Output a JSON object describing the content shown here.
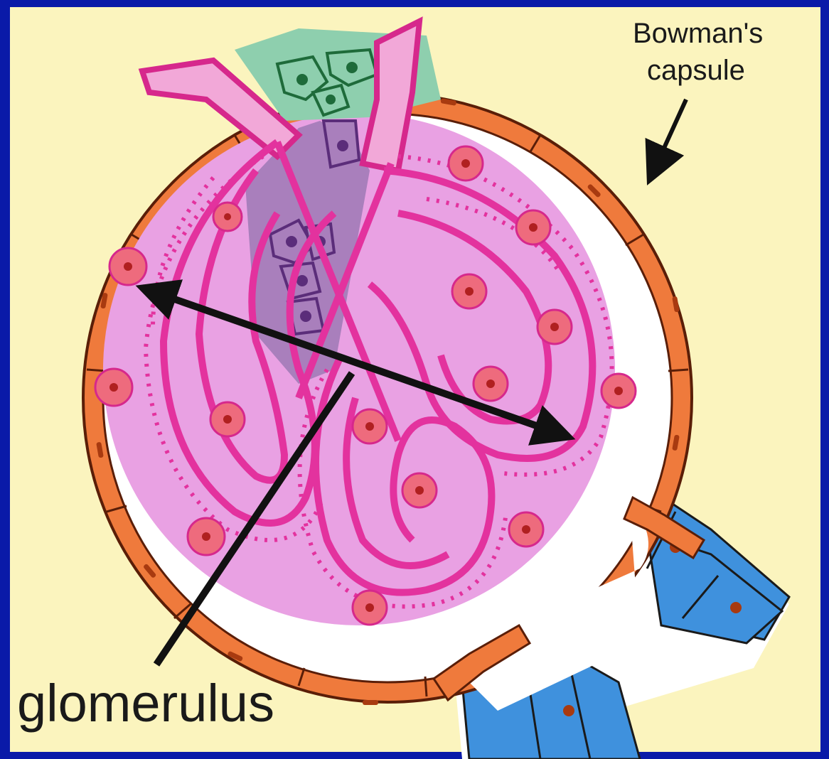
{
  "labels": {
    "capsule_line1": "Bowman's",
    "capsule_line2": "capsule",
    "glomerulus": "glomerulus"
  },
  "colors": {
    "frame": "#0a1aa8",
    "background": "#fbf4be",
    "capsule_wall": "#ef7a3c",
    "capsule_wall_dark": "#a83a10",
    "capsular_space": "#ffffff",
    "glomerulus_halo": "#e9a1e3",
    "capillary": "#e3329e",
    "cell_fill": "#ee6b7d",
    "cell_nucleus": "#b02020",
    "mesangium": "#a97fbc",
    "juxtaglomerular": "#8ecfae",
    "tubule": "#3f91dd",
    "arrow": "#111111"
  },
  "icons": {
    "capsule_pointer": "arrow-icon",
    "diameter_marker": "double-arrow-icon",
    "glomerulus_pointer": "arrow-icon"
  }
}
